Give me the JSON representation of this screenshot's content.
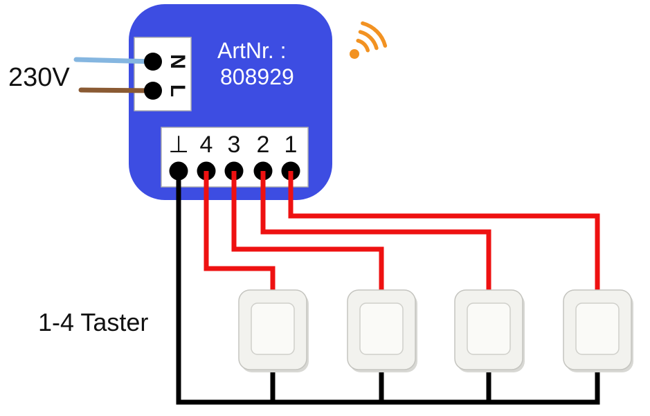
{
  "diagram": {
    "voltage_label": "230V",
    "artnr_line1": "ArtNr. :",
    "artnr_line2": "808929",
    "taster_label": "1-4 Taster",
    "terminal_n": "N",
    "terminal_l": "L",
    "terminals": [
      "⊥",
      "4",
      "3",
      "2",
      "1"
    ]
  },
  "colors": {
    "module": "#3d4de2",
    "wire_red": "#ee1111",
    "wire_black": "#000000",
    "wire_blue": "#85b6e0",
    "wire_brown": "#8a5a33",
    "signal_orange": "#f29222",
    "switch_body": "#f2f2ee",
    "switch_button": "#fafaf7",
    "switch_shadow": "#d8d8d4"
  }
}
